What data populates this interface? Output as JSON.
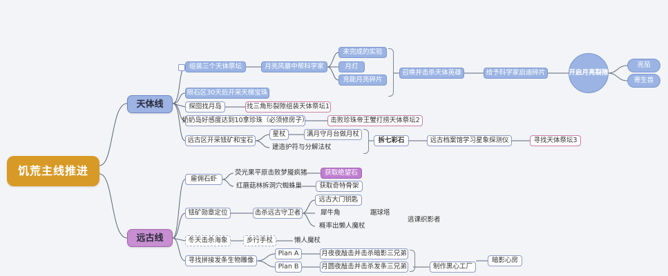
{
  "root": "饥荒主线推进",
  "branches": {
    "tianti": "天体线",
    "yuangu": "远古线"
  },
  "tianti": {
    "zuzhuang": "组装三个天体祭坛",
    "yueliang": "月亮风暴中帮科学家",
    "wanchengshiyan": "未完成的实验",
    "yuedeng": "月灯",
    "yuelianghaipian": "充能月亮碎片",
    "zhaohuan": "召唤并击杀天体英雄",
    "geiyu": "给予科学家启迪碎片",
    "kaiqi": "开启月亮裂隙",
    "liangjia": "亮茄",
    "jishengshou": "寄生兽",
    "yunshi": "陨石区30天后开采天梯宝珠",
    "tanzhao": "探囵找月岛",
    "zhaosanjiao": "找三角形裂隙组装天体祭坛1",
    "nainai": "奶奶岛好感度达到10拿珍珠（必须修房子）",
    "jibai": "击败珍珠帝王蟹打捞天体祭坛2",
    "yuangu_kaicai": "远古区开采铥矿和宝石",
    "xingzhang": "星杖",
    "manyue": "满月守月台做月杖",
    "jianzao": "建造护符与分解法杖",
    "chaiqi": "拆七彩石",
    "yuangudangan": "远古档案馆学习星象探测仪",
    "xunzhao3": "寻找天体祭坛3"
  },
  "yuangu": {
    "yongbing": "雇佣石虾",
    "yingguang": "荧光果平原击败梦魇疯猪",
    "huode_juewang": "获取绝望石",
    "hongmo": "红蘑菇林拆洞穴蜘蛛巢",
    "huode_qite": "获取奇特骨架",
    "yuangudamen": "远古大门钥匙",
    "yiguang": "铥矿勋章定位",
    "jisha_shouwei": "击杀远古守卫者",
    "xiniujiao": "犀牛角",
    "julita": "踞球塔",
    "zhuitao": "逃课织影者",
    "gaoshuai": "概率出懒人魔杖",
    "dongtian": "冬天击杀海象",
    "buxing": "步行手杖",
    "lanren": "懒人魔杖",
    "xunzhao_pinjie": "寻找拼接发条生物雕像",
    "plan_a": "Plan A",
    "plan_b": "Plan B",
    "yueye": "月夜夜敲击并击杀暗影三兄弟",
    "yueyuan": "月圆夜敲击并击杀发条三兄弟",
    "zhizuo": "制作黑心工厂",
    "anying": "暗影心房"
  },
  "colors": {
    "root": "#d79a26",
    "tianti": "#9cb3e4",
    "yuangu": "#c78fd1",
    "line": "#5b6478",
    "node_fill": "#9bb4e4",
    "highlight": "#bf7fd0"
  }
}
